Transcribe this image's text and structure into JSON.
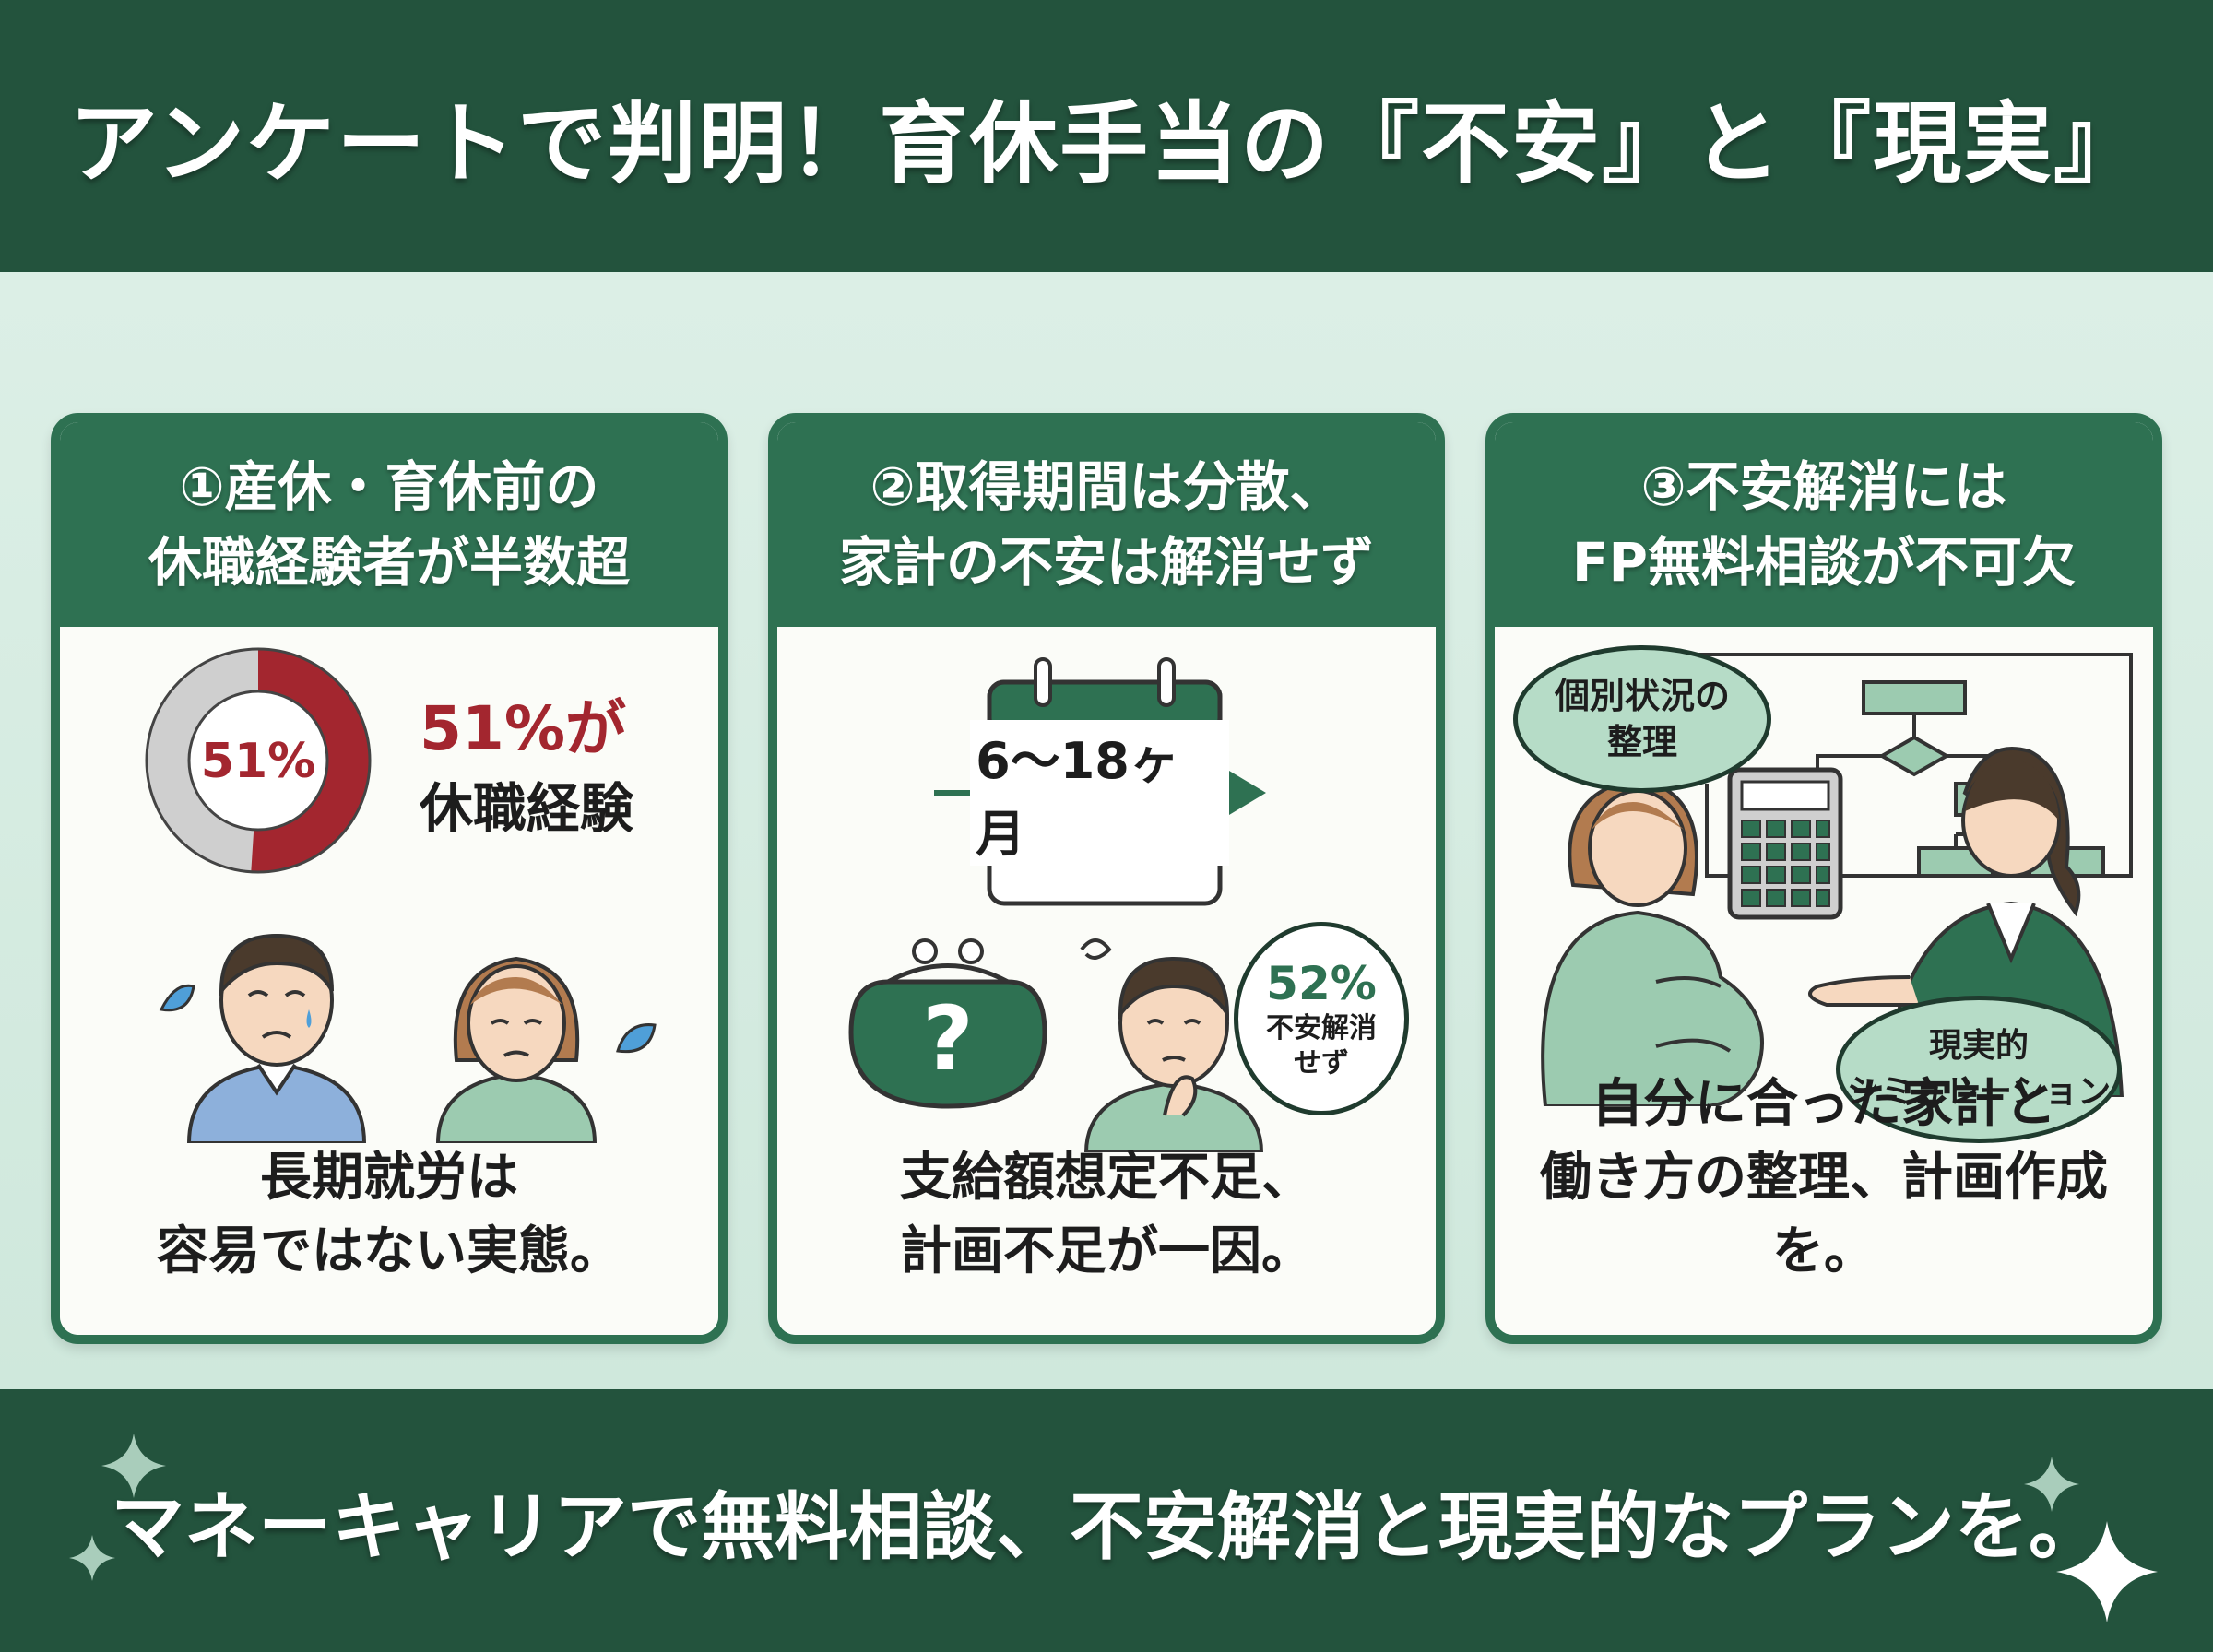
{
  "title": "アンケートで判明！育休手当の『不安』と『現実』",
  "cards": [
    {
      "heading_line1": "①産休・育休前の",
      "heading_line2": "休職経験者が半数超",
      "donut_value": "51%",
      "stat_line1": "51%が",
      "stat_line2": "休職経験",
      "caption_line1": "長期就労は",
      "caption_line2": "容易ではない実態。"
    },
    {
      "heading_line1": "②取得期間は分散、",
      "heading_line2": "家計の不安は解消せず",
      "period_label": "6〜18ヶ月",
      "purse_symbol": "?",
      "bubble_value": "52%",
      "bubble_line1": "不安解消",
      "bubble_line2": "せず",
      "caption_line1": "支給額想定不足、",
      "caption_line2": "計画不足が一因。"
    },
    {
      "heading_line1": "③不安解消には",
      "heading_line2": "FP無料相談が不可欠",
      "bubble_top_line1": "個別状況の",
      "bubble_top_line2": "整理",
      "bubble_bottom_line1": "現実的",
      "bubble_bottom_line2": "シミュレーション",
      "caption_line1": "自分に合った家計と",
      "caption_line2": "働き方の整理、計画作成を。"
    }
  ],
  "footer": "マネーキャリアで無料相談、不安解消と現実的なプランを。",
  "colors": {
    "dark_green": "#23533d",
    "card_green": "#2e7152",
    "accent_red": "#a3262f",
    "light_green": "#93c7a8",
    "background": "#d3ebe0"
  }
}
